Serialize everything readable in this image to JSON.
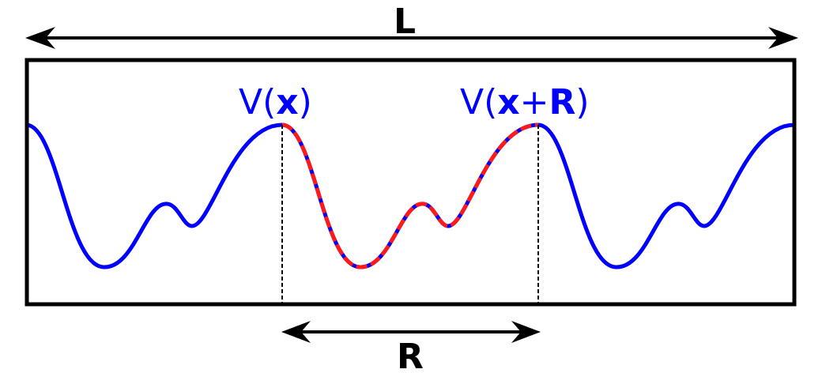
{
  "labels": {
    "length": "L",
    "period": "R",
    "left_potential": {
      "prefix": "V(",
      "var": "x",
      "suffix": ")"
    },
    "right_potential": {
      "prefix": "V(",
      "var": "x",
      "plus": "+",
      "period": "R",
      "suffix": ")"
    }
  },
  "colors": {
    "potential": "#0000ff",
    "highlight": "#ff1a1a",
    "text": "#000000",
    "frame": "#000000",
    "marker": "#000000"
  }
}
